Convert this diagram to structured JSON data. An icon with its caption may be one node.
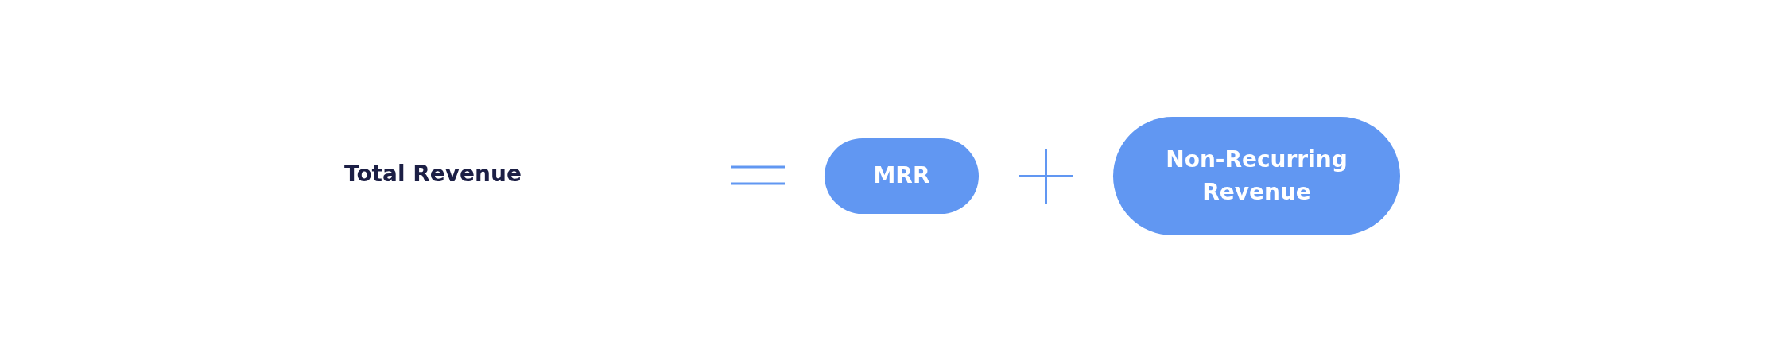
{
  "diagram": {
    "nodes": [
      {
        "text": [
          "MRR"
        ]
      },
      {
        "text": [
          "Non-Recurring Revenue"
        ]
      }
    ],
    "edges": [],
    "labels": [
      "Total Revenue"
    ]
  }
}
